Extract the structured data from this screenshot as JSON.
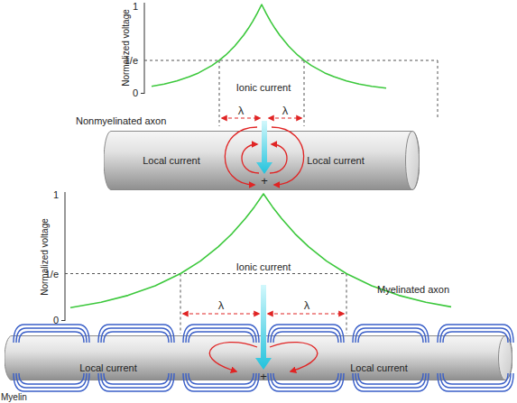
{
  "diagram": {
    "nodes": [
      {
        "text": [
          "Local current",
          "Local current",
          "+"
        ]
      },
      {
        "text": [
          "Local current",
          "Local current",
          "+"
        ]
      }
    ],
    "labels": [
      "1",
      "Normalized voltage",
      "1/e",
      "0",
      "Ionic current",
      "λ",
      "λ",
      "Nonmyelinated axon",
      "1",
      "Normalized voltage",
      "1/e",
      "0",
      "Ionic current",
      "λ",
      "λ",
      "Myelinated axon",
      "Myelin"
    ]
  }
}
